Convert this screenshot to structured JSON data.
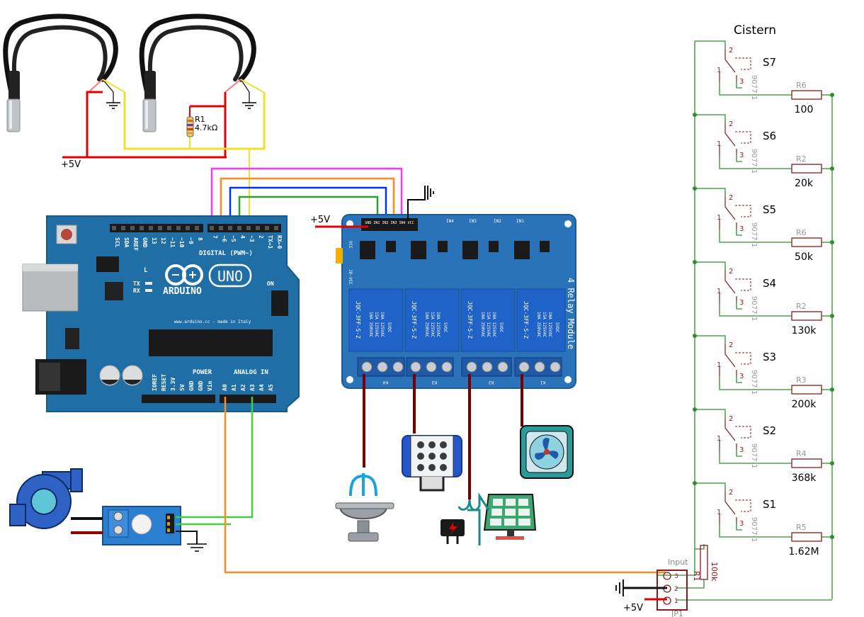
{
  "sensors": {
    "resistor_ref": "R1",
    "resistor_value": "4.7kΩ",
    "supply_label": "+5V"
  },
  "arduino": {
    "brand": "ARDUINO",
    "model": "UNO",
    "url": "www.arduino.cc - made in Italy",
    "digital_label": "DIGITAL (PWM~)",
    "power_label": "POWER",
    "analog_label": "ANALOG IN",
    "on_label": "ON",
    "header_top_labels": [
      "SCL",
      "SDA",
      "AREF",
      "GND",
      "13",
      "12",
      "~11",
      "~10",
      "~9",
      "8",
      "7",
      "~6",
      "~5",
      "4",
      "~3",
      "2",
      "TX→1",
      "RX←0"
    ],
    "header_bottom_labels": [
      "IOREF",
      "RESET",
      "3.3V",
      "5V",
      "GND",
      "GND",
      "Vin",
      "A0",
      "A1",
      "A2",
      "A3",
      "A4",
      "A5"
    ],
    "led_labels": [
      "L",
      "TX",
      "RX"
    ]
  },
  "relay": {
    "title": "4 Relay Module",
    "supply_label": "+5V",
    "header_labels": "GND IN1 IN2 IN3 IN4 VCC",
    "in_labels": [
      "IN4",
      "IN3",
      "IN2",
      "IN1"
    ],
    "jd_vcc": "JD-VCC",
    "vcc": "VCC",
    "relay_model": "JQC-3FF-S-Z",
    "rating_lines": [
      "10A 250VAC",
      "15A 125VAC",
      "10A 125VAC"
    ],
    "coil": "5VDC",
    "channel_labels": [
      "K4",
      "K3",
      "K2",
      "K1"
    ]
  },
  "cistern": {
    "title": "Cistern",
    "stages": [
      {
        "switch": "S7",
        "res_ref": "R6",
        "value": "100"
      },
      {
        "switch": "S6",
        "res_ref": "R2",
        "value": "20k"
      },
      {
        "switch": "S5",
        "res_ref": "R6",
        "value": "50k"
      },
      {
        "switch": "S4",
        "res_ref": "R2",
        "value": "130k"
      },
      {
        "switch": "S3",
        "res_ref": "R3",
        "value": "200k"
      },
      {
        "switch": "S2",
        "res_ref": "R4",
        "value": "368k"
      },
      {
        "switch": "S1",
        "res_ref": "R5",
        "value": "1.62M"
      }
    ],
    "switch_part": "9077-1",
    "switch_pins": [
      "1",
      "2",
      "3"
    ],
    "pulldown_ref": "R1",
    "pulldown_value": "100k",
    "connector_label": "Input",
    "connector_ref": "JP1",
    "connector_pins": [
      "3",
      "2",
      "1"
    ],
    "supply_label": "+5V"
  },
  "colors": {
    "board_blue": "#1f6fa6",
    "relay_blue": "#2a73b8",
    "wire_red": "#e30000",
    "wire_yellow": "#f0e02c",
    "wire_magenta": "#ff33ff",
    "wire_orange": "#ff8a1f",
    "wire_blue": "#0030ff",
    "wire_green": "#2e9e2e",
    "wire_light_green": "#44cc44",
    "wire_dark_red": "#7a0000",
    "schematic_green": "#2f8f2f",
    "schematic_component": "#8b1a1a"
  },
  "icons": [
    "temperature-probe-icon",
    "pump-icon",
    "flow-sensor-icon",
    "fountain-icon",
    "led-lamp-icon",
    "fan-icon",
    "solar-panel-icon",
    "charger-icon",
    "ground-icon"
  ]
}
